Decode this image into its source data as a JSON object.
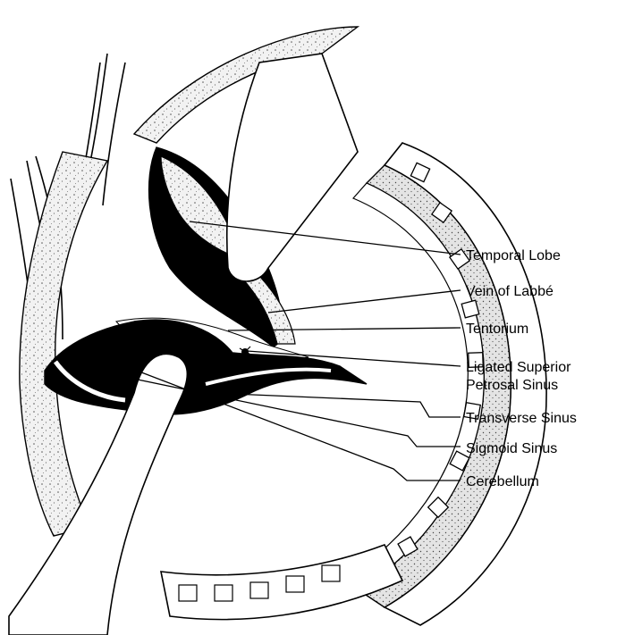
{
  "labels": [
    {
      "key": "temporal_lobe",
      "lines": [
        "Temporal Lobe"
      ]
    },
    {
      "key": "vein_of_labbe",
      "lines": [
        "Vein of Labbé"
      ]
    },
    {
      "key": "tentorium",
      "lines": [
        "Tentorium"
      ]
    },
    {
      "key": "ligated_sps",
      "lines": [
        "Ligated Superior",
        "Petrosal Sinus"
      ]
    },
    {
      "key": "transverse_sinus",
      "lines": [
        "Transverse Sinus"
      ]
    },
    {
      "key": "sigmoid_sinus",
      "lines": [
        "Sigmoid Sinus"
      ]
    },
    {
      "key": "cerebellum",
      "lines": [
        "Cerebellum"
      ]
    }
  ],
  "colors": {
    "ink": "#000000",
    "paper": "#ffffff",
    "stipple": "#c8c8c8"
  }
}
